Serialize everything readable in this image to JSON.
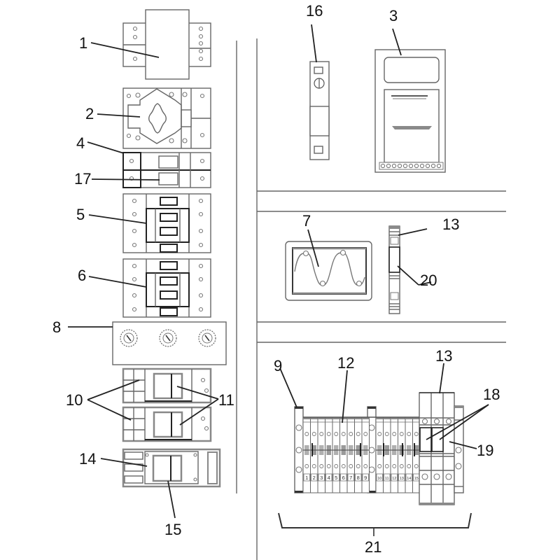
{
  "figure": {
    "title": "Control panel component layout",
    "callouts": [
      {
        "id": "1",
        "text": "1",
        "component": "transformer"
      },
      {
        "id": "2",
        "text": "2",
        "component": "main-disconnect-switch"
      },
      {
        "id": "3",
        "text": "3",
        "component": "controller-module"
      },
      {
        "id": "4",
        "text": "4",
        "component": "fuse-block"
      },
      {
        "id": "5",
        "text": "5",
        "component": "contactor-upper"
      },
      {
        "id": "6",
        "text": "6",
        "component": "contactor-lower"
      },
      {
        "id": "7",
        "text": "7",
        "component": "signal-display"
      },
      {
        "id": "8",
        "text": "8",
        "component": "potentiometer-panel"
      },
      {
        "id": "9",
        "text": "9",
        "component": "end-clamp"
      },
      {
        "id": "10",
        "text": "10",
        "component": "relay-bases"
      },
      {
        "id": "11",
        "text": "11",
        "component": "relays"
      },
      {
        "id": "12",
        "text": "12",
        "component": "terminal-blocks"
      },
      {
        "id": "13a",
        "text": "13",
        "component": "fuse-terminal-small"
      },
      {
        "id": "13b",
        "text": "13",
        "component": "fuse-terminal-group"
      },
      {
        "id": "14",
        "text": "14",
        "component": "timer-base"
      },
      {
        "id": "15",
        "text": "15",
        "component": "timer-relay"
      },
      {
        "id": "16",
        "text": "16",
        "component": "circuit-breaker"
      },
      {
        "id": "17",
        "text": "17",
        "component": "fuse"
      },
      {
        "id": "18",
        "text": "18",
        "component": "fuse-holders"
      },
      {
        "id": "19",
        "text": "19",
        "component": "ground-terminal"
      },
      {
        "id": "20",
        "text": "20",
        "component": "single-terminal"
      },
      {
        "id": "21",
        "text": "21",
        "component": "terminal-strip-assembly"
      }
    ],
    "terminal_numbers_left": [
      "1",
      "2",
      "3",
      "4",
      "5",
      "6",
      "7",
      "8",
      "9"
    ],
    "terminal_numbers_right": [
      "10",
      "11",
      "12",
      "13",
      "14",
      "15"
    ]
  }
}
